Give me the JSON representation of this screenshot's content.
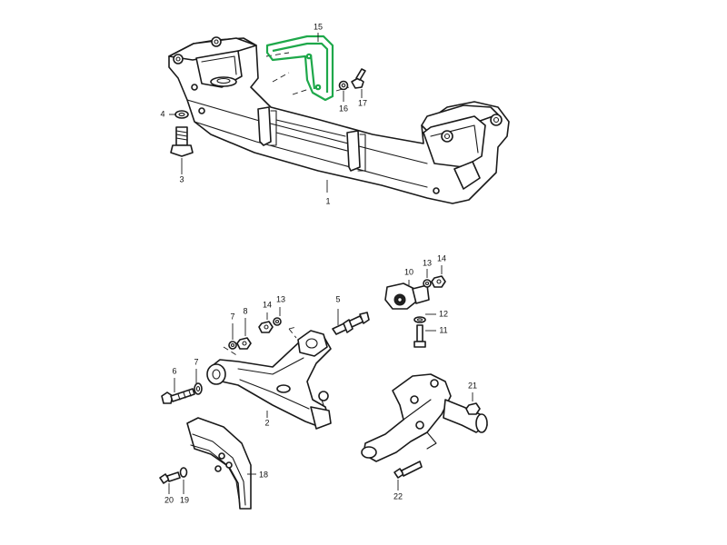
{
  "highlight_color": "#1ea84a",
  "callouts": [
    {
      "id": "c1",
      "text": "1"
    },
    {
      "id": "c2",
      "text": "2"
    },
    {
      "id": "c3",
      "text": "3"
    },
    {
      "id": "c4",
      "text": "4"
    },
    {
      "id": "c5",
      "text": "5"
    },
    {
      "id": "c6",
      "text": "6"
    },
    {
      "id": "c7a",
      "text": "7"
    },
    {
      "id": "c7b",
      "text": "7"
    },
    {
      "id": "c8",
      "text": "8"
    },
    {
      "id": "c10",
      "text": "10"
    },
    {
      "id": "c11",
      "text": "11"
    },
    {
      "id": "c12",
      "text": "12"
    },
    {
      "id": "c13a",
      "text": "13"
    },
    {
      "id": "c13b",
      "text": "13"
    },
    {
      "id": "c14a",
      "text": "14"
    },
    {
      "id": "c14b",
      "text": "14"
    },
    {
      "id": "c15",
      "text": "15"
    },
    {
      "id": "c16",
      "text": "16"
    },
    {
      "id": "c17",
      "text": "17"
    },
    {
      "id": "c18",
      "text": "18"
    },
    {
      "id": "c19",
      "text": "19"
    },
    {
      "id": "c20",
      "text": "20"
    },
    {
      "id": "c21",
      "text": "21"
    },
    {
      "id": "c22",
      "text": "22"
    }
  ]
}
